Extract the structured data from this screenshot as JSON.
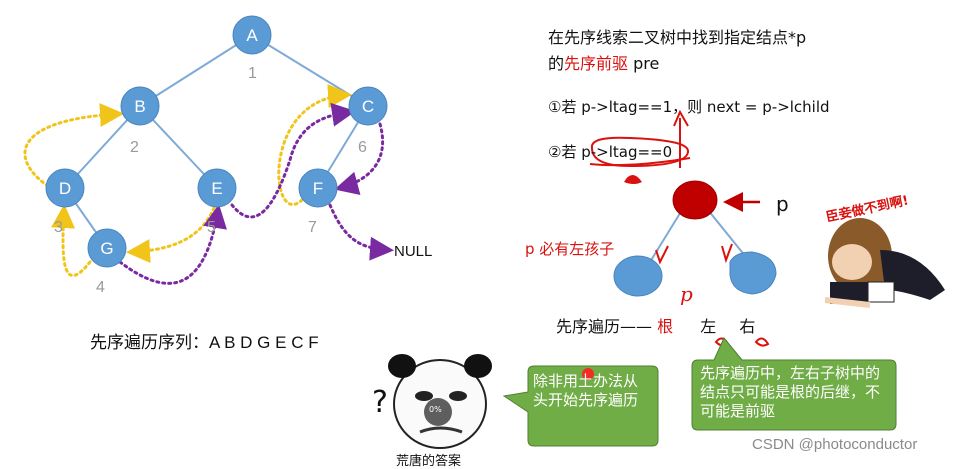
{
  "tree": {
    "nodes": [
      {
        "id": "A",
        "label": "A",
        "order": "1"
      },
      {
        "id": "B",
        "label": "B",
        "order": "2"
      },
      {
        "id": "C",
        "label": "C",
        "order": "6"
      },
      {
        "id": "D",
        "label": "D",
        "order": "3"
      },
      {
        "id": "E",
        "label": "E",
        "order": "5"
      },
      {
        "id": "F",
        "label": "F",
        "order": "7"
      },
      {
        "id": "G",
        "label": "G",
        "order": "4"
      }
    ],
    "null_label": "NULL",
    "colors": {
      "node": "#5b9bd5",
      "edge": "#7eaad6",
      "pred_thread": "#f0c419",
      "succ_thread": "#7a2aa0"
    }
  },
  "preorder": {
    "label": "先序遍历序列：",
    "sequence": "A B D G E C F"
  },
  "heading": {
    "line1": "在先序线索二叉树中找到指定结点*p",
    "line2_prefix": "的",
    "line2_red": "先序前驱",
    "line2_suffix": " pre"
  },
  "rules": {
    "rule1": "①若 p->ltag==1，则 next = p->lchild",
    "rule2_prefix": "②若 ",
    "rule2_cond": "p->ltag==0"
  },
  "diagram": {
    "p_label": "p",
    "left_child_label": "p 必有左孩子",
    "order_label": "先序遍历—— ",
    "root_word": "根",
    "left_word": "左",
    "right_word": "右",
    "handwritten_p": "p",
    "colors": {
      "p_node": "#c00000",
      "child_node": "#5b9bd5",
      "ink": "#d9120f"
    }
  },
  "meme_right": {
    "caption": "臣妾做不到啊!"
  },
  "meme_bottom": {
    "caption": "荒唐的答案",
    "badge": "0%"
  },
  "bubble_left": {
    "text": "除非用土办法从头开始先序遍历",
    "color": "#70ad47"
  },
  "bubble_right": {
    "text": "先序遍历中，左右子树中的结点只可能是根的后继，不可能是前驱",
    "color": "#70ad47"
  },
  "watermark": "CSDN @photoconductor"
}
